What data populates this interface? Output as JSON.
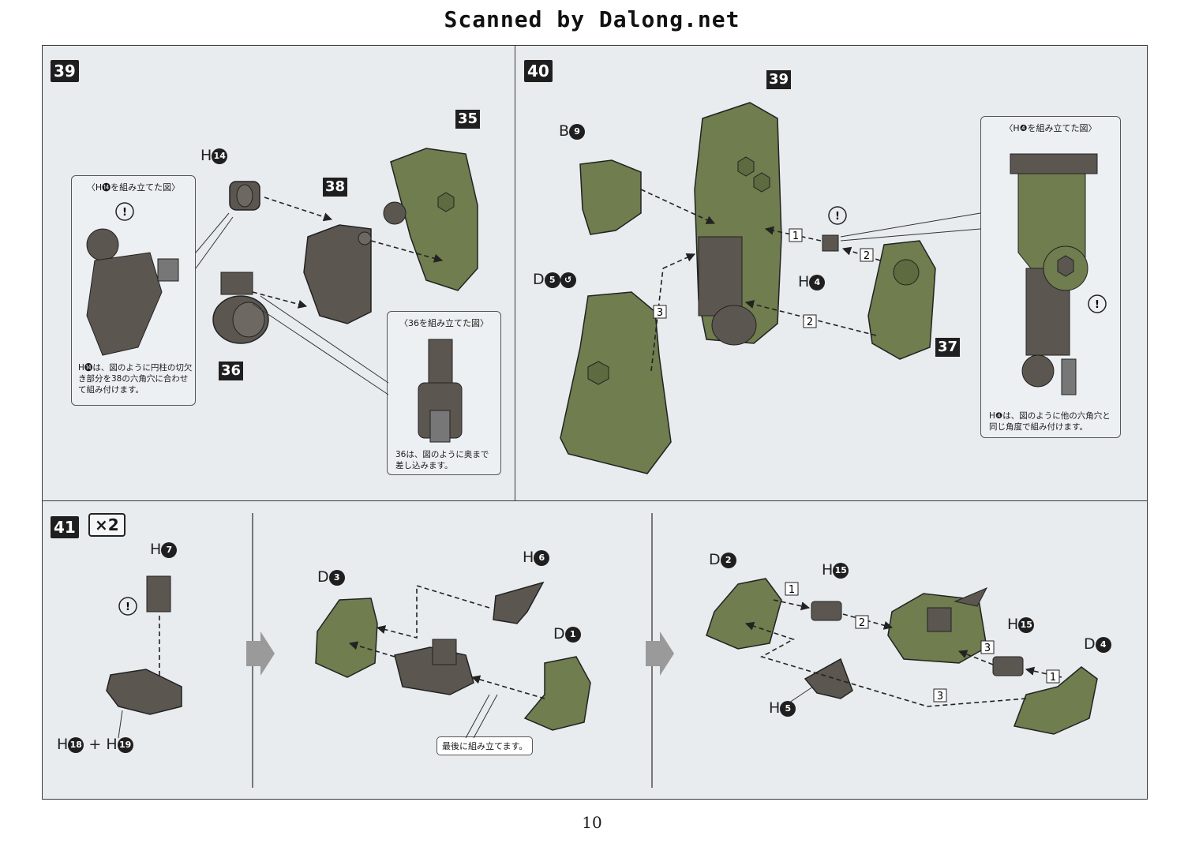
{
  "header": {
    "title": "Scanned by Dalong.net"
  },
  "page_number": "10",
  "steps": {
    "s39": {
      "number": "39",
      "labels": {
        "h14": "H",
        "h14_n": "14",
        "p38": "38",
        "p35": "35",
        "p36": "36"
      },
      "callout_left": {
        "title": "〈H⓮を組み立てた図〉",
        "note": "H⓮は、図のように円柱の切欠き部分を38の六角穴に合わせて組み付けます。"
      },
      "callout_right": {
        "title": "〈36を組み立てた図〉",
        "note": "36は、図のように奥まで差し込みます。"
      }
    },
    "s40": {
      "number": "40",
      "labels": {
        "p39": "39",
        "b9": "B",
        "b9_n": "9",
        "d5": "D",
        "d5_n": "5",
        "h4": "H",
        "h4_n": "4",
        "p37": "37"
      },
      "arrows": [
        "1",
        "2",
        "2",
        "3"
      ],
      "callout": {
        "title": "〈H❹を組み立てた図〉",
        "note": "H❹は、図のように他の六角穴と同じ角度で組み付けます。"
      }
    },
    "s41": {
      "number": "41",
      "multiplier": "×2",
      "labels": {
        "h7": "H",
        "h7_n": "7",
        "h18": "H",
        "h18_n": "18",
        "plus": "+",
        "h19": "H",
        "h19_n": "19",
        "d3": "D",
        "d3_n": "3",
        "h6": "H",
        "h6_n": "6",
        "d1": "D",
        "d1_n": "1",
        "d2": "D",
        "d2_n": "2",
        "h15a": "H",
        "h15a_n": "15",
        "h15b": "H",
        "h15b_n": "15",
        "h5": "H",
        "h5_n": "5",
        "d4": "D",
        "d4_n": "4"
      },
      "bubble": "最後に組み立てます。",
      "arrows": [
        "1",
        "2",
        "3",
        "1",
        "3"
      ]
    }
  },
  "colors": {
    "green": "#6f7d4f",
    "gray": "#5c5650",
    "panel": "#e8ecef"
  }
}
